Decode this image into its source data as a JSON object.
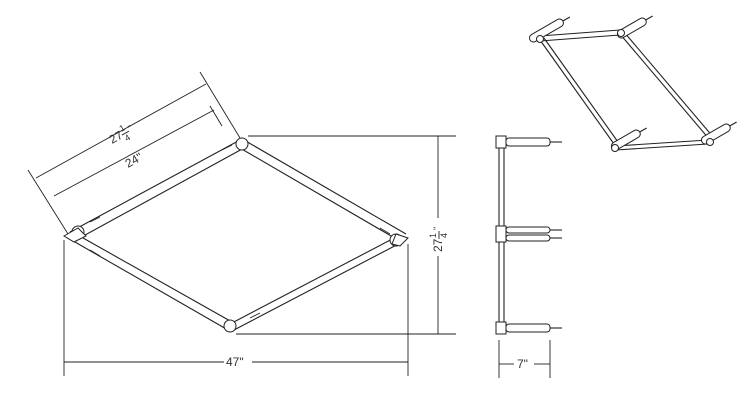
{
  "dimensions": {
    "diagonal_outer": {
      "whole": "27",
      "num": "1",
      "den": "4",
      "unit": "\""
    },
    "diagonal_inner": "24\"",
    "width": "47\"",
    "height": {
      "whole": "27",
      "num": "1",
      "den": "4",
      "unit": "\""
    },
    "depth": "7\""
  }
}
